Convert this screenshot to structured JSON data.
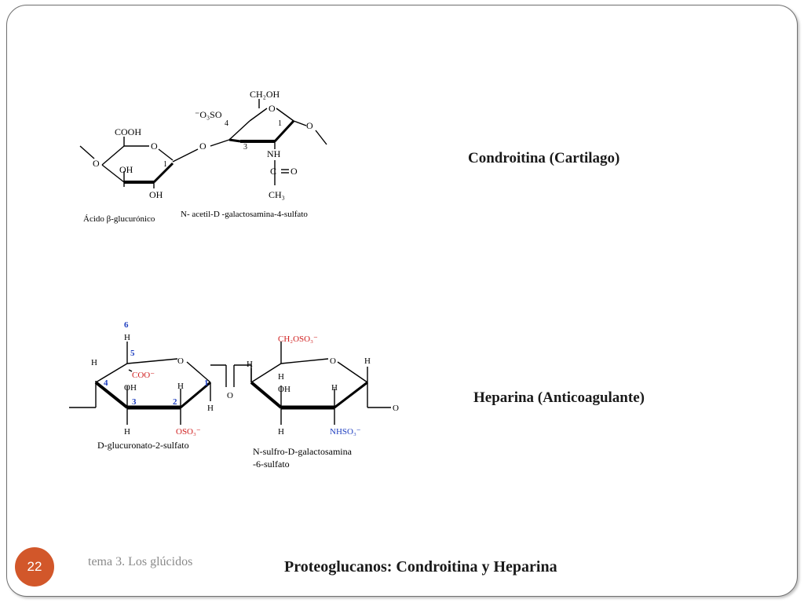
{
  "slide": {
    "number": "22",
    "footer_left": "tema 3. Los glúcidos",
    "footer_title": "Proteoglucanos: Condroitina y Heparina"
  },
  "chondroitin": {
    "caption": "Condroitina (Cartilago)",
    "atoms": {
      "cooh": "COOH",
      "oh_ring": "OH",
      "oh_bottom": "OH",
      "ring_o1": "O",
      "link_o": "O",
      "ch2oh": "CH₂OH",
      "so3": "⁻O₃SO",
      "ring_o2": "O",
      "end_o": "O",
      "nh": "NH",
      "c": "C",
      "carbonyl_o": "O",
      "ch3": "CH₃",
      "left_o": "O",
      "n1a": "1",
      "n4": "4",
      "n3": "3",
      "n1b": "1"
    },
    "name_left": "Ácido β-glucurónico",
    "name_right": "N- acetil-D -galactosamina-4-sulfato"
  },
  "heparin": {
    "caption": "Heparina (Anticoagulante)",
    "atoms": {
      "n6": "6",
      "h6": "H",
      "n5": "5",
      "coo": "COO⁻",
      "ring_o1": "O",
      "h_left": "H",
      "n4": "4",
      "oh1": "OH",
      "h2": "H",
      "n1": "1",
      "n3": "3",
      "n2": "2",
      "h1": "H",
      "h3": "H",
      "oso3": "OSO₃⁻",
      "link_o": "O",
      "ch2oso3": "CH₂OSO₃⁻",
      "h_r1": "H",
      "ring_o2": "O",
      "h_r2": "H",
      "h_r3": "H",
      "oh2": "OH",
      "h_r4": "H",
      "end_o": "O",
      "h_r5": "H",
      "nhso3": "NHSO₃⁻"
    },
    "name_left": "D-glucuronato-2-sulfato",
    "name_right_1": "N-sulfro-D-galactosamina",
    "name_right_2": "-6-sulfato"
  }
}
